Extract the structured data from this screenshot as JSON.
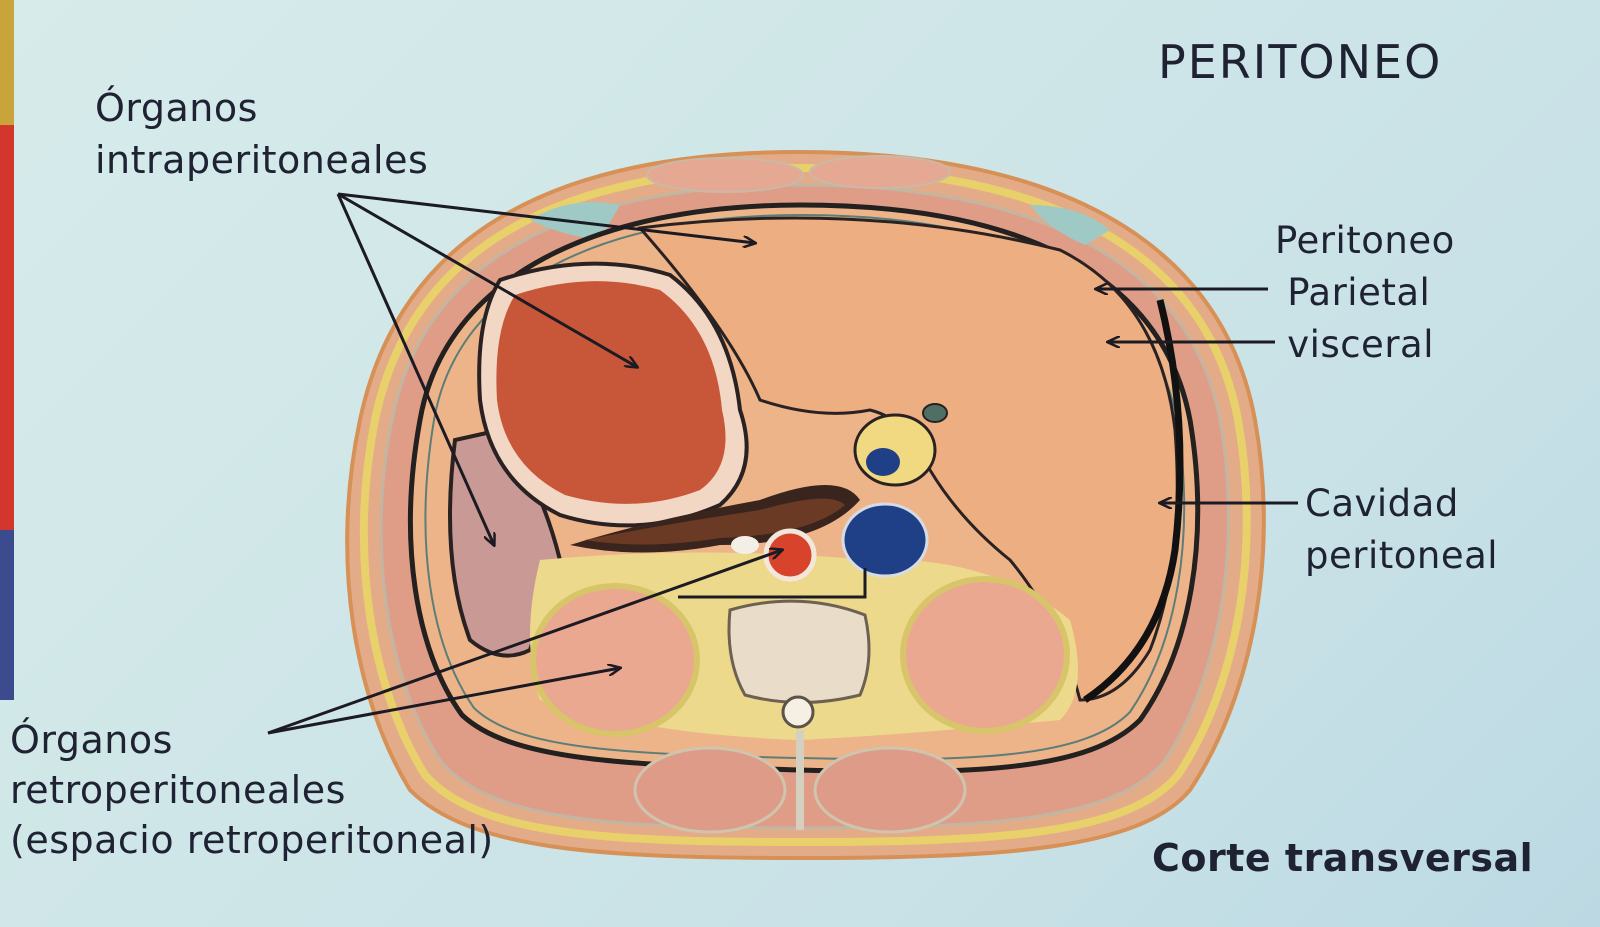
{
  "slide": {
    "title": "PERITONEO",
    "subtitle": "Corte transversal",
    "edge_strip_colors": [
      "#c9a43a",
      "#d2362c",
      "#3b4b8e"
    ]
  },
  "labels": {
    "intraperitoneal": {
      "line1": "Órganos",
      "line2": "intraperitoneales"
    },
    "peritoneum": {
      "line1": "Peritoneo",
      "line2": "Parietal",
      "line3": "visceral"
    },
    "cavity": {
      "line1": "Cavidad",
      "line2": "peritoneal"
    },
    "retroperitoneal": {
      "line1": "Órganos",
      "line2": "retroperitoneales",
      "line3": "(espacio retroperitoneal)"
    }
  },
  "illustration": {
    "description": "Transverse section of the upper abdomen showing liver, stomach, spleen, kidneys, aorta, vena cava and vertebra",
    "colors": {
      "skin": "#e7b48e",
      "fat": "#e9d36a",
      "muscle": "#df9a86",
      "liver": "#edb083",
      "stomach": "#c8573a",
      "spleen": "#c99a95",
      "kidney": "#eaa891",
      "aorta": "#d8442b",
      "vena_cava": "#1f3f86",
      "vertebra": "#e9dcc8",
      "peritoneum_line": "#1c1a1a"
    }
  }
}
